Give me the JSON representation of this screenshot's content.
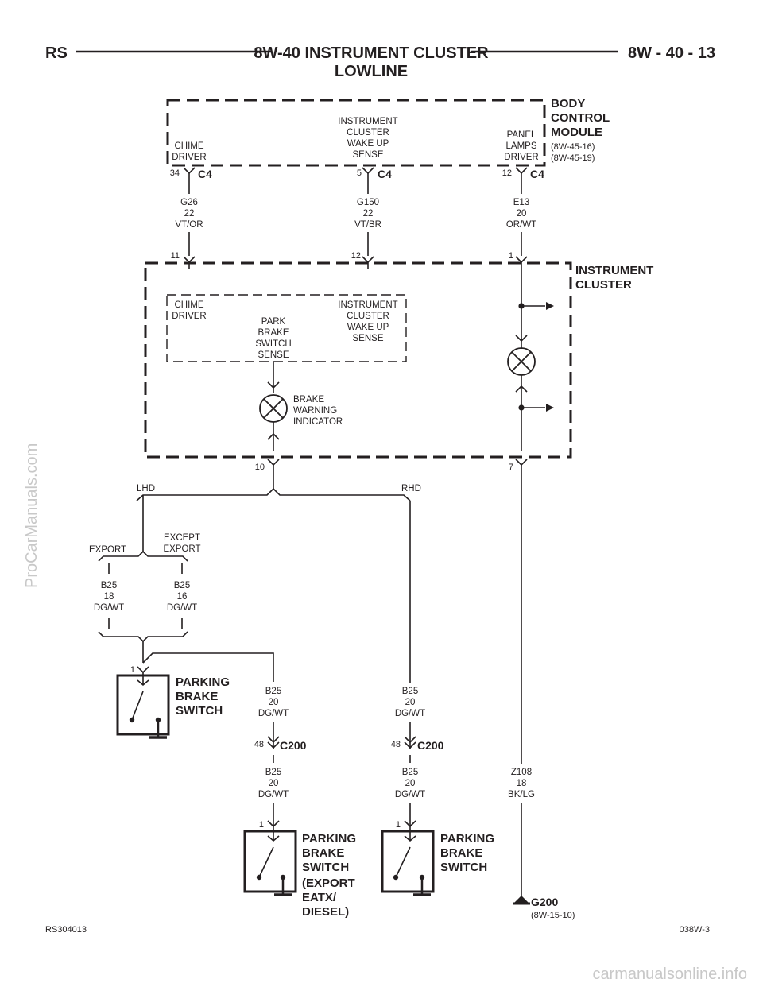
{
  "header": {
    "left": "RS",
    "title_line1": "8W-40 INSTRUMENT CLUSTER",
    "title_line2": "LOWLINE",
    "right": "8W - 40 - 13"
  },
  "bcm": {
    "name": [
      "BODY",
      "CONTROL",
      "MODULE"
    ],
    "refs": [
      "(8W-45-16)",
      "(8W-45-19)"
    ],
    "chime_driver": [
      "CHIME",
      "DRIVER"
    ],
    "wake_up": [
      "INSTRUMENT",
      "CLUSTER",
      "WAKE UP",
      "SENSE"
    ],
    "panel_lamps": [
      "PANEL",
      "LAMPS",
      "DRIVER"
    ],
    "pins": [
      "34",
      "5",
      "12"
    ],
    "connector": "C4"
  },
  "wires_top": [
    [
      "G26",
      "22",
      "VT/OR"
    ],
    [
      "G150",
      "22",
      "VT/BR"
    ],
    [
      "E13",
      "20",
      "OR/WT"
    ]
  ],
  "cluster": {
    "name": [
      "INSTRUMENT",
      "CLUSTER"
    ],
    "pins_top": [
      "11",
      "12",
      "1"
    ],
    "chime_driver": [
      "CHIME",
      "DRIVER"
    ],
    "park_brake": [
      "PARK",
      "BRAKE",
      "SWITCH",
      "SENSE"
    ],
    "wake_up": [
      "INSTRUMENT",
      "CLUSTER",
      "WAKE UP",
      "SENSE"
    ],
    "brake_indicator": [
      "BRAKE",
      "WARNING",
      "INDICATOR"
    ],
    "pins_bottom": [
      "10",
      "7"
    ]
  },
  "options": {
    "lhd": "LHD",
    "rhd": "RHD",
    "export": "EXPORT",
    "except_export": [
      "EXCEPT",
      "EXPORT"
    ]
  },
  "wires_mid": [
    [
      "B25",
      "18",
      "DG/WT"
    ],
    [
      "B25",
      "16",
      "DG/WT"
    ]
  ],
  "switches": {
    "name": [
      "PARKING",
      "BRAKE",
      "SWITCH"
    ],
    "export_name": [
      "PARKING",
      "BRAKE",
      "SWITCH",
      "(EXPORT",
      "EATX/",
      "DIESEL)"
    ],
    "pin": "1"
  },
  "wires_b25_20": [
    "B25",
    "20",
    "DG/WT"
  ],
  "c200": {
    "connector": "C200",
    "pin": "48"
  },
  "ground_wire": [
    "Z108",
    "18",
    "BK/LG"
  ],
  "ground": {
    "name": "G200",
    "ref": "(8W-15-10)"
  },
  "footer": {
    "left": "RS304013",
    "right": "038W-3"
  },
  "watermarks": {
    "side": "ProCarManuals.com",
    "bottom": "carmanualsonline.info"
  }
}
